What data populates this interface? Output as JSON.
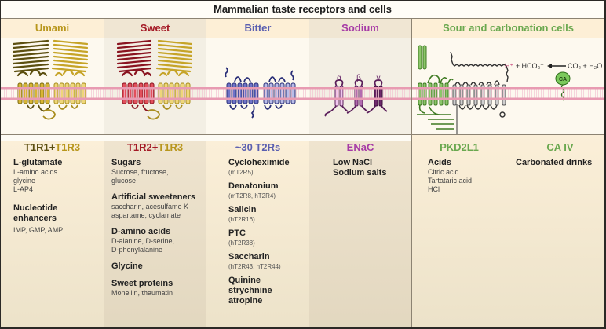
{
  "title": "Mammalian taste receptors and cells",
  "colors": {
    "umami": "#b8961c",
    "umami_t1r1": "#5c4f10",
    "sweet": "#a41a26",
    "bitter": "#5a5fb0",
    "sodium": "#a63aa6",
    "sour": "#6aa84f",
    "membrane": "#e89bb2",
    "proton": "#c0306a"
  },
  "columns": [
    {
      "heading": "Umami",
      "receptor_parts": [
        "T1R1",
        "+",
        "T1R3"
      ],
      "entries": [
        {
          "title": "L-glutamate",
          "details": [
            "L-amino acids",
            "glycine",
            "L-AP4"
          ]
        },
        {
          "title": "Nucleotide enhancers",
          "details": [
            "IMP, GMP, AMP"
          ]
        }
      ]
    },
    {
      "heading": "Sweet",
      "receptor_parts": [
        "T1R2",
        "+",
        "T1R3"
      ],
      "entries": [
        {
          "title": "Sugars",
          "details": [
            "Sucrose, fructose,",
            "glucose"
          ]
        },
        {
          "title": "Artificial sweeteners",
          "details": [
            "saccharin, acesulfame K",
            "aspartame, cyclamate"
          ]
        },
        {
          "title": "D-amino acids",
          "details": [
            "D-alanine, D-serine,",
            "D-phenylalanine"
          ]
        },
        {
          "title": "Glycine",
          "details": []
        },
        {
          "title": "Sweet proteins",
          "details": [
            "Monellin, thaumatin"
          ]
        }
      ]
    },
    {
      "heading": "Bitter",
      "receptor": "~30 T2Rs",
      "entries": [
        {
          "title": "Cycloheximide",
          "sub": "(mT2R5)"
        },
        {
          "title": "Denatonium",
          "sub": "(mT2R8, hT2R4)"
        },
        {
          "title": "Salicin",
          "sub": "(hT2R16)"
        },
        {
          "title": "PTC",
          "sub": "(hT2R38)"
        },
        {
          "title": "Saccharin",
          "sub": "(hT2R43, hT2R44)"
        },
        {
          "title": "Quinine strychnine atropine",
          "lines": [
            "Quinine",
            "strychnine",
            "atropine"
          ]
        }
      ]
    },
    {
      "heading": "Sodium",
      "receptor": "ENaC",
      "subunits": [
        "α",
        "β",
        "γ"
      ],
      "entries": [
        {
          "title": "Low NaCl"
        },
        {
          "title": "Sodium salts"
        }
      ]
    },
    {
      "heading": "Sour and carbonation cells",
      "reaction": {
        "proton": "H⁺",
        "rest": " + HCO₃⁻",
        "reactants": "CO₂ + H₂O",
        "enzyme": "CA"
      },
      "receptors": [
        {
          "name": "PKD2L1",
          "entries": [
            {
              "title": "Acids",
              "details": [
                "Citric acid",
                "Tartataric acid",
                "HCl"
              ]
            }
          ]
        },
        {
          "name": "CA IV",
          "entries": [
            {
              "title": "Carbonated drinks"
            }
          ]
        }
      ]
    }
  ]
}
